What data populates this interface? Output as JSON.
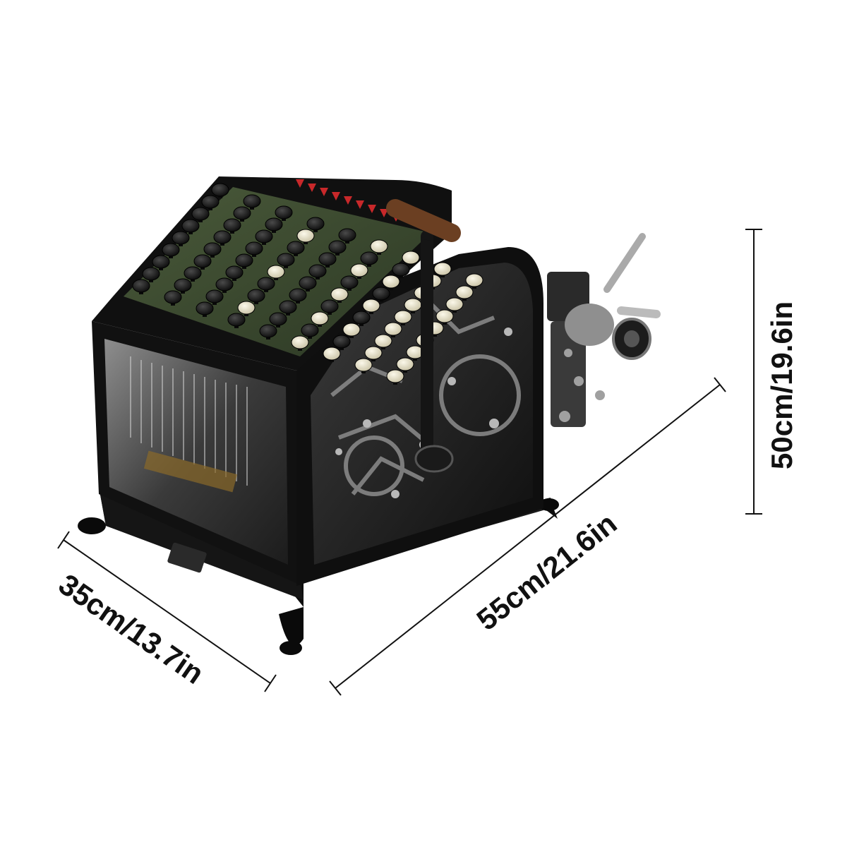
{
  "image": {
    "subject": "product-photo",
    "background": "#ffffff",
    "body_color": "#121212",
    "keyboard_plate_color": "#3a4a2e",
    "key_dark_color": "#1a1a1a",
    "key_light_color": "#e9e4cf",
    "key_red_color": "#c8282a",
    "metal_color": "#9a9a9a",
    "handle_color": "#6b3f22"
  },
  "dimensions": {
    "depth_label": "35cm/13.7in",
    "width_label": "55cm/21.6in",
    "height_label": "50cm/19.6in"
  }
}
